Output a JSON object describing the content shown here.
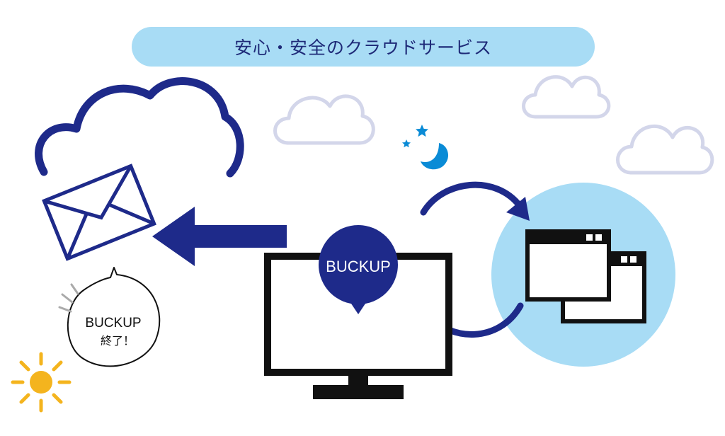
{
  "title": "安心・安全のクラウドサービス",
  "backup_badge_label": "BUCKUP",
  "speech_bubble": {
    "line1": "BUCKUP",
    "line2": "終了！"
  },
  "colors": {
    "navy": "#1e2a8a",
    "banner": "#a8dcf5",
    "light_cloud_outline": "#d3d6ea",
    "sun": "#f4b41e",
    "moon": "#0a8bd6",
    "circle_bg": "#a8dcf5",
    "monitor": "#111111"
  },
  "icons": {
    "cloud": "cloud-icon",
    "envelope": "envelope-icon",
    "arrow": "left-arrow-icon",
    "monitor": "monitor-icon",
    "windows": "browser-windows-icon",
    "moon": "crescent-moon-icon",
    "star": "star-icon",
    "sun": "sun-icon"
  }
}
